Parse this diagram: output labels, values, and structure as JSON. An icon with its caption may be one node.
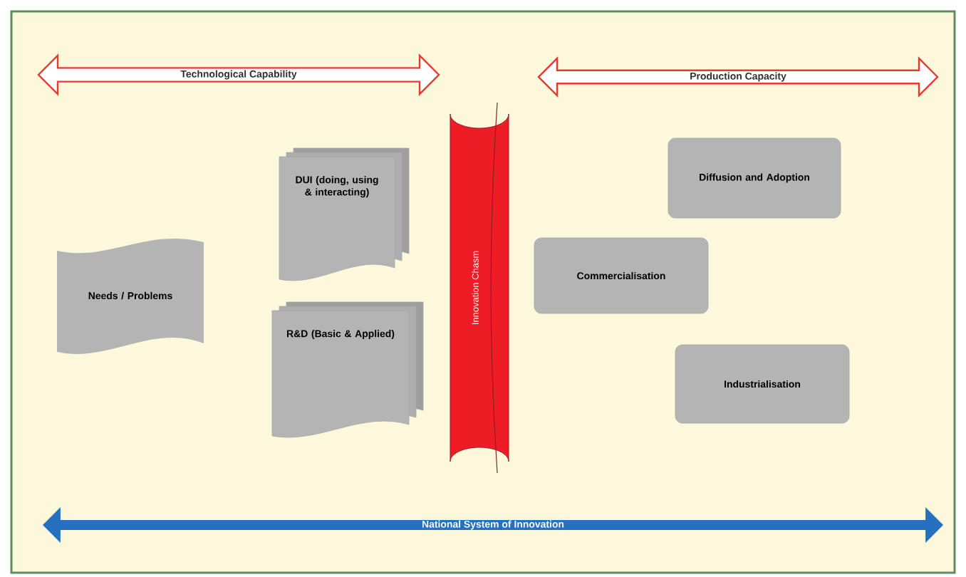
{
  "diagram": {
    "nodes": [
      {
        "text": [
          "Technological Capability"
        ]
      },
      {
        "text": [
          "Production Capacity"
        ]
      },
      {
        "text": [
          "DUI (doing, using & interacting)"
        ]
      },
      {
        "text": [
          "Needs / Problems"
        ]
      },
      {
        "text": [
          "Innovation Chasm"
        ]
      },
      {
        "text": [
          "R&D (Basic & Applied)"
        ]
      },
      {
        "text": [
          "Diffusion and Adoption"
        ]
      },
      {
        "text": [
          "Commercialisation"
        ]
      },
      {
        "text": [
          "Industrialisation"
        ]
      },
      {
        "text": [
          "National System of Innovation"
        ]
      }
    ]
  }
}
